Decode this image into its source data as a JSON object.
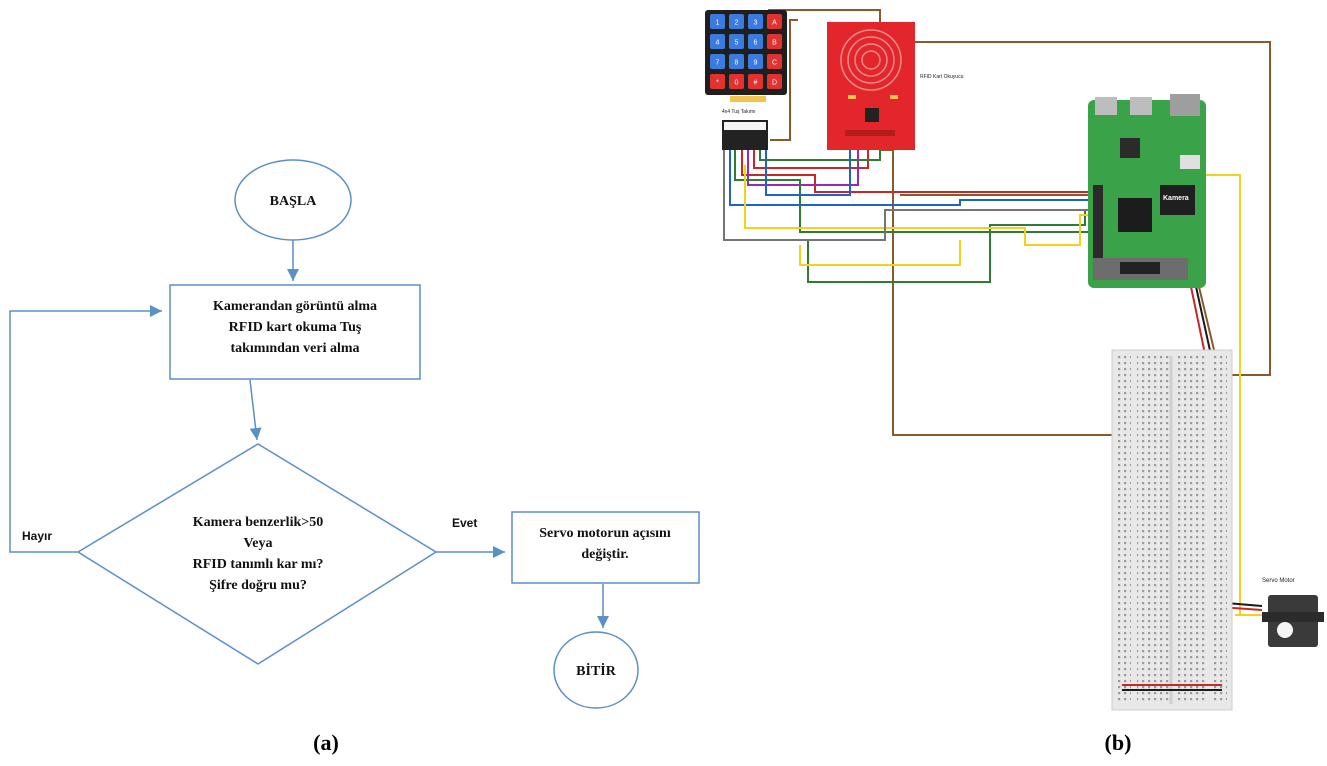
{
  "flowchart": {
    "start": "BAŞLA",
    "process_lines": [
      "Kamerandan görüntü alma",
      "RFID kart okuma Tuş",
      "takımından veri alma"
    ],
    "decision_lines": [
      "Kamera benzerlik>50",
      "Veya",
      "RFID tanımlı kar mı?",
      "Şifre doğru mu?"
    ],
    "no_label": "Hayır",
    "yes_label": "Evet",
    "action_lines": [
      "Servo motorun açısını",
      "değiştir."
    ],
    "end": "BİTİR"
  },
  "circuit": {
    "keypad_label": "4x4 Tuş Takımı",
    "keypad_keys": [
      "1",
      "2",
      "3",
      "A",
      "4",
      "5",
      "6",
      "B",
      "7",
      "8",
      "9",
      "C",
      "*",
      "0",
      "#",
      "D"
    ],
    "rfid_label": "RFID Kart Okuyucu",
    "camera_label": "Kamera",
    "servo_label": "Servo Motor"
  },
  "captions": {
    "a": "(a)",
    "b": "(b)"
  },
  "colors": {
    "flow_line": "#5b8fc7",
    "rfid_board": "#e3262b",
    "pi_board": "#3aa34a",
    "keypad_blue": "#3b7be0",
    "keypad_red": "#e0322f"
  }
}
